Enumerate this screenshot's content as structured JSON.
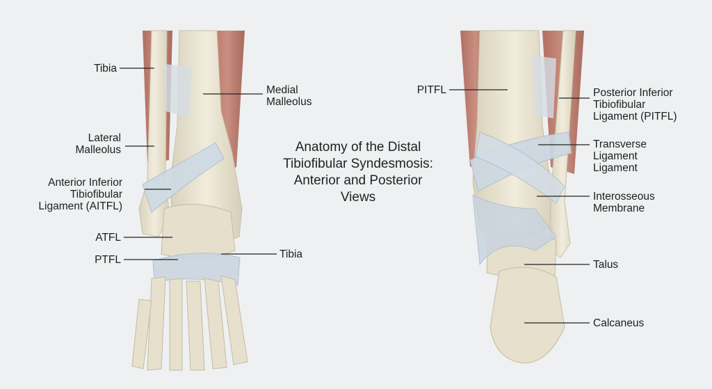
{
  "title": {
    "line1": "Anatomy of the Distal",
    "line2": "Tibiofibular Syndesmosis:",
    "line3": "Anterior and Posterior",
    "line4": "Views"
  },
  "anterior": {
    "tibia_top": "Tibia",
    "medial_malleolus": [
      "Medial",
      "Malleolus"
    ],
    "lateral_malleolus": [
      "Lateral",
      "Malleolus"
    ],
    "aitfl": [
      "Anterior Inferior",
      "Tibiofibular",
      "Ligament (AITFL)"
    ],
    "atfl": "ATFL",
    "ptfl": "PTFL",
    "tibia_low": "Tibia"
  },
  "posterior": {
    "pitfl_short": "PITFL",
    "pitfl_full": [
      "Posterior Inferior",
      "Tibiofibular",
      "Ligament (PITFL)"
    ],
    "transverse": [
      "Transverse",
      "Ligament",
      "Ligament"
    ],
    "interosseous": [
      "Interosseous",
      "Membrane"
    ],
    "talus": "Talus",
    "calcaneus": "Calcaneus"
  },
  "colors": {
    "background": "#eef0f1",
    "bone": "#e9e4d2",
    "bone_shade": "#d2ccb6",
    "muscle": "#c08677",
    "ligament": "#ccd7e0",
    "leader": "#222222"
  }
}
